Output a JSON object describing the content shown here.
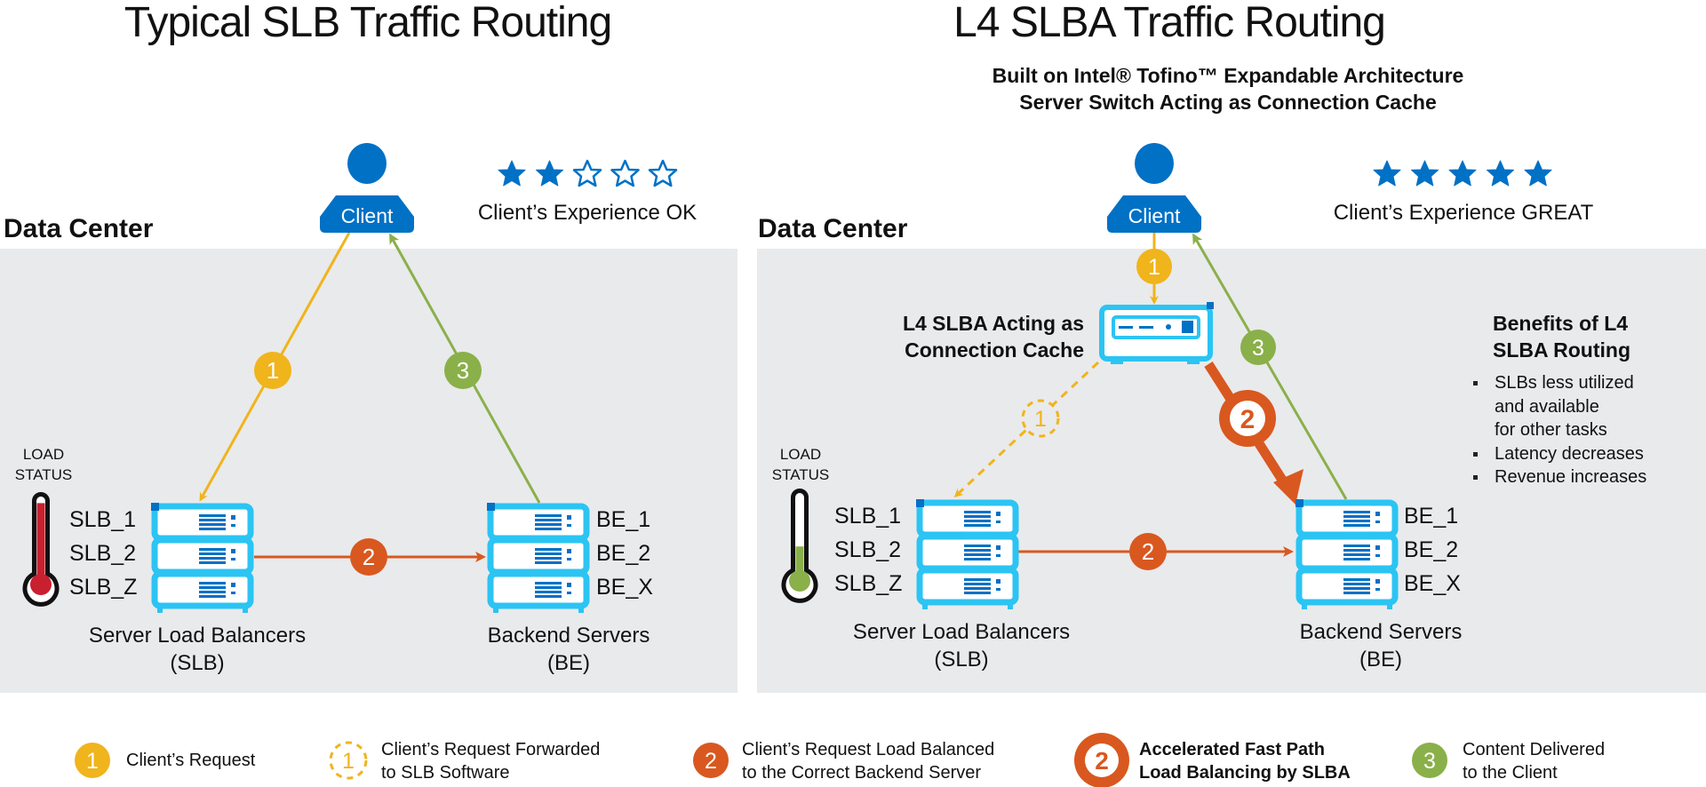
{
  "colors": {
    "intel_blue": "#0071c5",
    "server_outline": "#2bc4f3",
    "panel_bg": "#e9eaec",
    "request_yellow": "#f0b41c",
    "balance_orange": "#d9581f",
    "deliver_green": "#8ab04a",
    "hot_red": "#c8202f",
    "thermo_green": "#8ab04a"
  },
  "left": {
    "title": "Typical SLB Traffic Routing",
    "client_label": "Client",
    "rating": {
      "filled": 2,
      "total": 5
    },
    "experience": "Client’s Experience OK",
    "data_center_label": "Data Center",
    "load_status": [
      "LOAD",
      "STATUS"
    ],
    "load_level": 0.95,
    "slb_names": [
      "SLB_1",
      "SLB_2",
      "SLB_Z"
    ],
    "be_names": [
      "BE_1",
      "BE_2",
      "BE_X"
    ],
    "slb_group": [
      "Server Load Balancers",
      "(SLB)"
    ],
    "be_group": [
      "Backend Servers",
      "(BE)"
    ],
    "steps": {
      "request": "1",
      "balance": "2",
      "deliver": "3"
    }
  },
  "right": {
    "title": "L4 SLBA Traffic Routing",
    "subtitle": [
      "Built on Intel® Tofino™ Expandable Architecture",
      "Server Switch Acting as Connection Cache"
    ],
    "client_label": "Client",
    "rating": {
      "filled": 5,
      "total": 5
    },
    "experience": "Client’s Experience GREAT",
    "data_center_label": "Data Center",
    "slba_label": [
      "L4 SLBA Acting as",
      "Connection Cache"
    ],
    "load_status": [
      "LOAD",
      "STATUS"
    ],
    "load_level": 0.35,
    "slb_names": [
      "SLB_1",
      "SLB_2",
      "SLB_Z"
    ],
    "be_names": [
      "BE_1",
      "BE_2",
      "BE_X"
    ],
    "slb_group": [
      "Server Load Balancers",
      "(SLB)"
    ],
    "be_group": [
      "Backend Servers",
      "(BE)"
    ],
    "benefits_title": [
      "Benefits of L4",
      "SLBA Routing"
    ],
    "benefits": [
      [
        "SLBs less utilized",
        "and available",
        "for other tasks"
      ],
      [
        "Latency decreases"
      ],
      [
        "Revenue increases"
      ]
    ],
    "steps": {
      "request": "1",
      "forwarded": "1",
      "balance": "2",
      "fast_path": "2",
      "deliver": "3"
    }
  },
  "legend": [
    {
      "style": "solid-yellow",
      "number": "1",
      "text": [
        "Client’s Request"
      ],
      "bold": false
    },
    {
      "style": "dashed-yellow",
      "number": "1",
      "text": [
        "Client’s Request Forwarded",
        "to SLB Software"
      ],
      "bold": false
    },
    {
      "style": "solid-orange",
      "number": "2",
      "text": [
        "Client’s Request Load Balanced",
        "to the Correct Backend Server"
      ],
      "bold": false
    },
    {
      "style": "ring-orange",
      "number": "2",
      "text": [
        "Accelerated Fast Path",
        "Load Balancing by SLBA"
      ],
      "bold": true
    },
    {
      "style": "solid-green",
      "number": "3",
      "text": [
        "Content Delivered",
        "to the Client"
      ],
      "bold": false
    }
  ]
}
